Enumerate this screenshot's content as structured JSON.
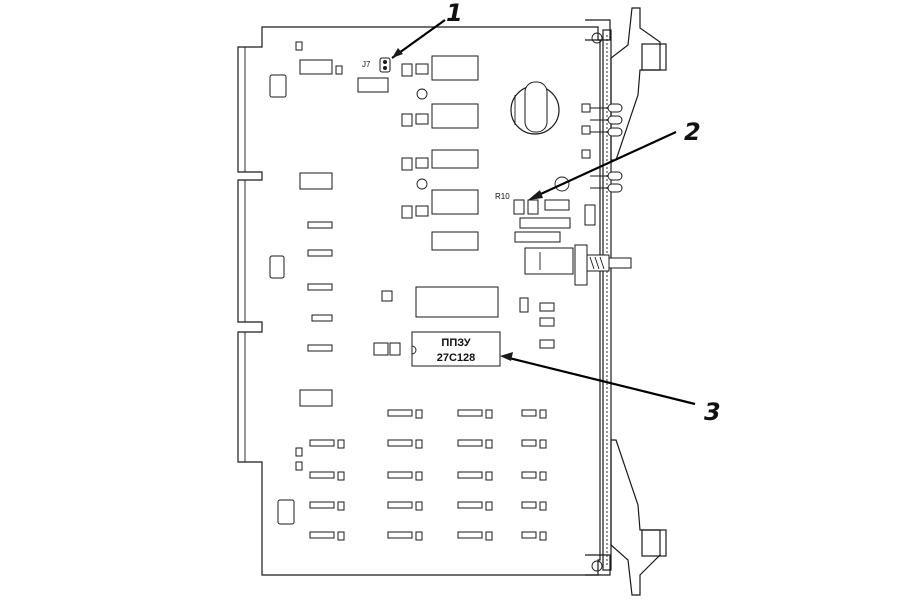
{
  "labels": {
    "jumper": "J7",
    "resistor": "R10",
    "chip_line1": "ППЗУ",
    "chip_line2": "27С128"
  },
  "callouts": [
    "1",
    "2",
    "3"
  ],
  "colors": {
    "ink": "#1a1a1a",
    "paper": "#ffffff"
  }
}
